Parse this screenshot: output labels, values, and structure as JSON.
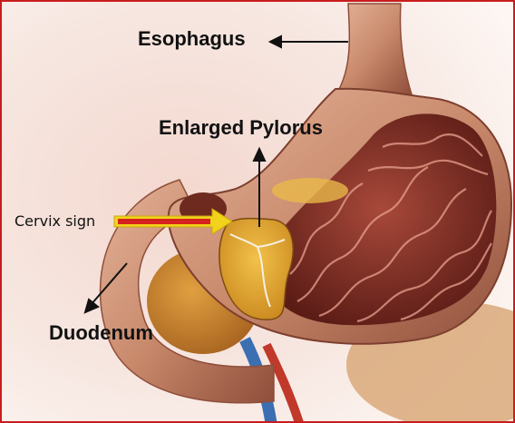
{
  "labels": {
    "esophagus": "Esophagus",
    "enlarged_pylorus": "Enlarged Pylorus",
    "cervix_sign": "Cervix sign",
    "duodenum": "Duodenum"
  },
  "colors": {
    "frame_border": "#c81d1d",
    "pointer_arrow": "#111111",
    "cervix_arrow_fill": "#f2d21a",
    "cervix_arrow_core": "#d6221f",
    "pylorus_tissue": "#e2a62c",
    "stomach_wall": "#c98a6c",
    "gastric_folds": "#8e3a2c"
  }
}
